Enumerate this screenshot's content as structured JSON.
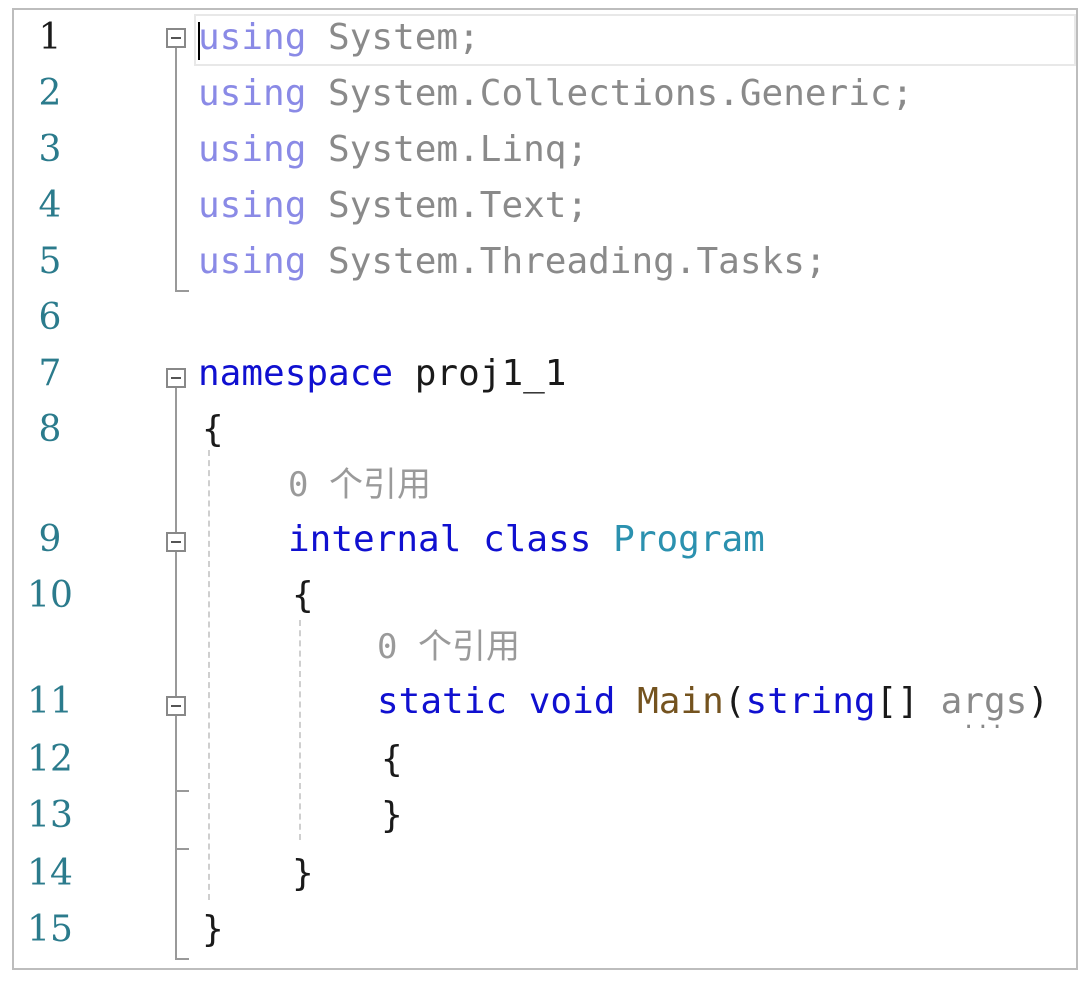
{
  "editor": {
    "line_numbers": [
      "1",
      "2",
      "3",
      "4",
      "5",
      "6",
      "7",
      "8",
      "9",
      "10",
      "11",
      "12",
      "13",
      "14",
      "15"
    ],
    "lines": {
      "l1_kw": "using",
      "l1_rest": " System;",
      "l2_kw": "using",
      "l2_rest": " System.Collections.Generic;",
      "l3_kw": "using",
      "l3_rest": " System.Linq;",
      "l4_kw": "using",
      "l4_rest": " System.Text;",
      "l5_kw": "using",
      "l5_rest": " System.Threading.Tasks;",
      "l7_kw": "namespace",
      "l7_rest": " proj1_1",
      "l8": "{",
      "codelens_class": "0 个引用",
      "l9_kw1": "internal",
      "l9_kw2": "class",
      "l9_type": "Program",
      "l10": "{",
      "codelens_main": "0 个引用",
      "l11_kw1": "static",
      "l11_kw2": "void",
      "l11_method": "Main",
      "l11_open": "(",
      "l11_kw3": "string",
      "l11_brackets": "[]",
      "l11_param": "args",
      "l11_close": ")",
      "l12": "{",
      "l13": "}",
      "l14": "}",
      "l15": "}"
    }
  }
}
